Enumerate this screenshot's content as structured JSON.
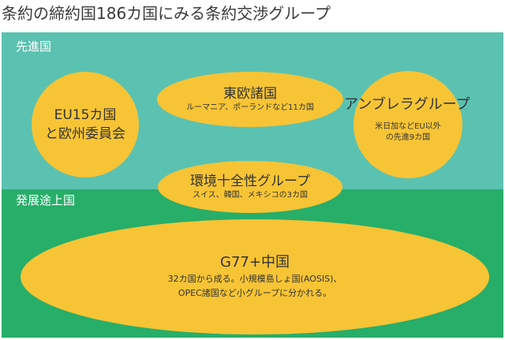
{
  "title": "条約の締約国186カ国にみる条約交渉グループ",
  "colors": {
    "developed": "#5bc2b1",
    "developing": "#27ae69",
    "ellipse": "#f7c435"
  },
  "regions": {
    "developed": {
      "label": "先進国"
    },
    "developing": {
      "label": "発展途上国"
    }
  },
  "groups": {
    "eu": {
      "name_line1": "EU15カ国",
      "name_line2": "と欧州委員会"
    },
    "eastern_europe": {
      "name": "東欧諸国",
      "members": "ルーマニア、ポーランドなど11カ国"
    },
    "umbrella": {
      "name": "アンブレラグループ",
      "members_line1": "米日加などEU以外",
      "members_line2": "の先進9カ国"
    },
    "environmental_integrity": {
      "name": "環境十全性グループ",
      "members": "スイス、韓国、メキシコの3カ国"
    },
    "g77": {
      "name": "G77+中国",
      "desc_line1": "32カ国から成る。小規模島しょ国(AOSIS)、",
      "desc_line2": "OPEC諸国など小グループに分かれる。"
    }
  }
}
